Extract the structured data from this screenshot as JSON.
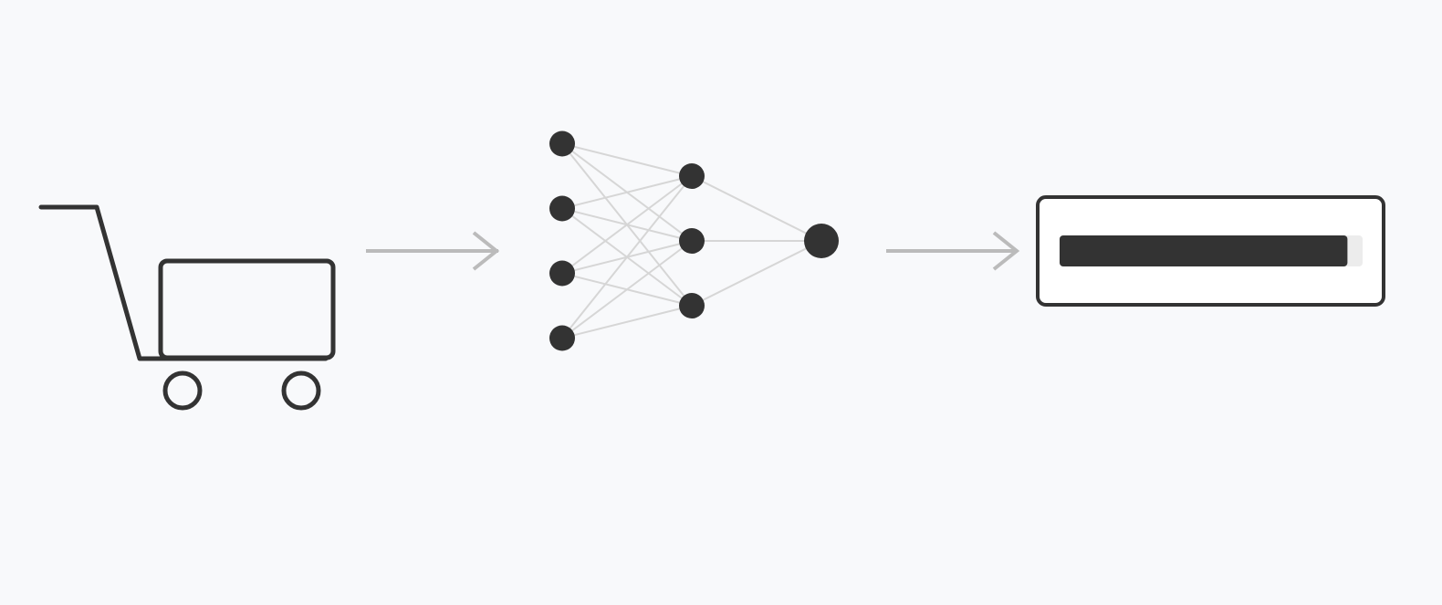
{
  "colors": {
    "background": "#f8f9fb",
    "icon_stroke": "#333333",
    "node_fill": "#333333",
    "edge_stroke": "#d6d6d6",
    "arrow_stroke": "#bbbbbb",
    "bar_fill": "#333333",
    "bar_track": "#ececec"
  },
  "icons": {
    "cart": "shopping-cart-icon",
    "network": "neural-network-icon",
    "output": "progress-bar-icon"
  },
  "network": {
    "layers": [
      4,
      3,
      1
    ]
  },
  "output_bar": {
    "fill_fraction": 0.95
  }
}
